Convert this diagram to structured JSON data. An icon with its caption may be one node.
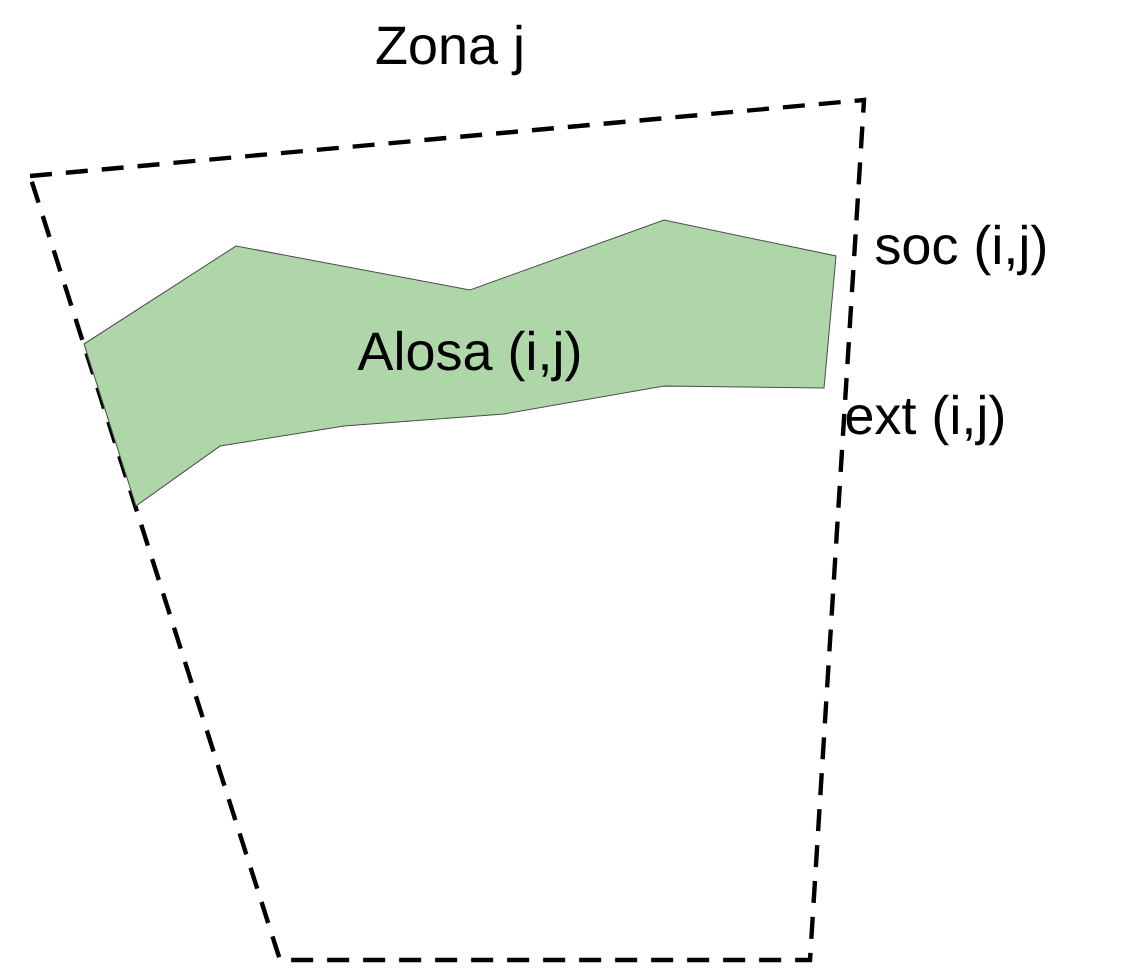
{
  "diagram": {
    "nodes": [
      {
        "text": [
          "Zona j"
        ]
      },
      {
        "text": [
          "Alosa (i,j)"
        ],
        "in": 0
      }
    ],
    "labels": [
      "soc (i,j)",
      "ext (i,j)"
    ]
  }
}
